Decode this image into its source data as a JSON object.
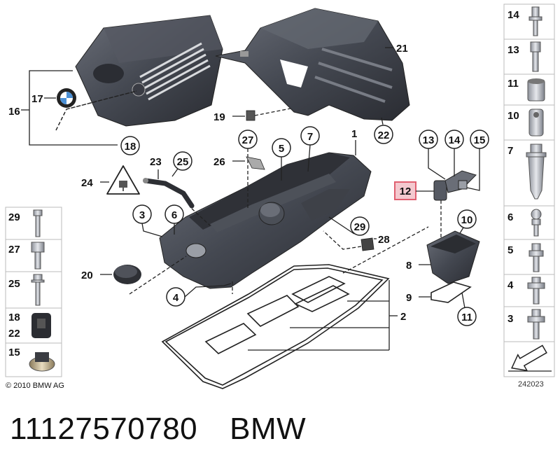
{
  "diagram": {
    "part_number": "11127570780",
    "brand": "BMW",
    "copyright": "© 2010 BMW AG",
    "diagram_code": "242023",
    "highlighted_label": "12",
    "callouts": [
      "1",
      "2",
      "3",
      "4",
      "5",
      "6",
      "7",
      "8",
      "9",
      "10",
      "11",
      "12",
      "13",
      "14",
      "15",
      "16",
      "17",
      "18",
      "19",
      "20",
      "21",
      "22",
      "23",
      "24",
      "25",
      "26",
      "27",
      "28",
      "29"
    ],
    "left_panel_labels": [
      "29",
      "27",
      "25",
      "18",
      "22",
      "15"
    ],
    "right_panel_labels": [
      "14",
      "13",
      "11",
      "10",
      "7",
      "6",
      "5",
      "4",
      "3"
    ],
    "colors": {
      "highlight": "#e06070",
      "highlight_fill": "#f4c9cf",
      "line": "#222222",
      "part_dark": "#3c3f47",
      "part_mid": "#5a5e68"
    }
  }
}
